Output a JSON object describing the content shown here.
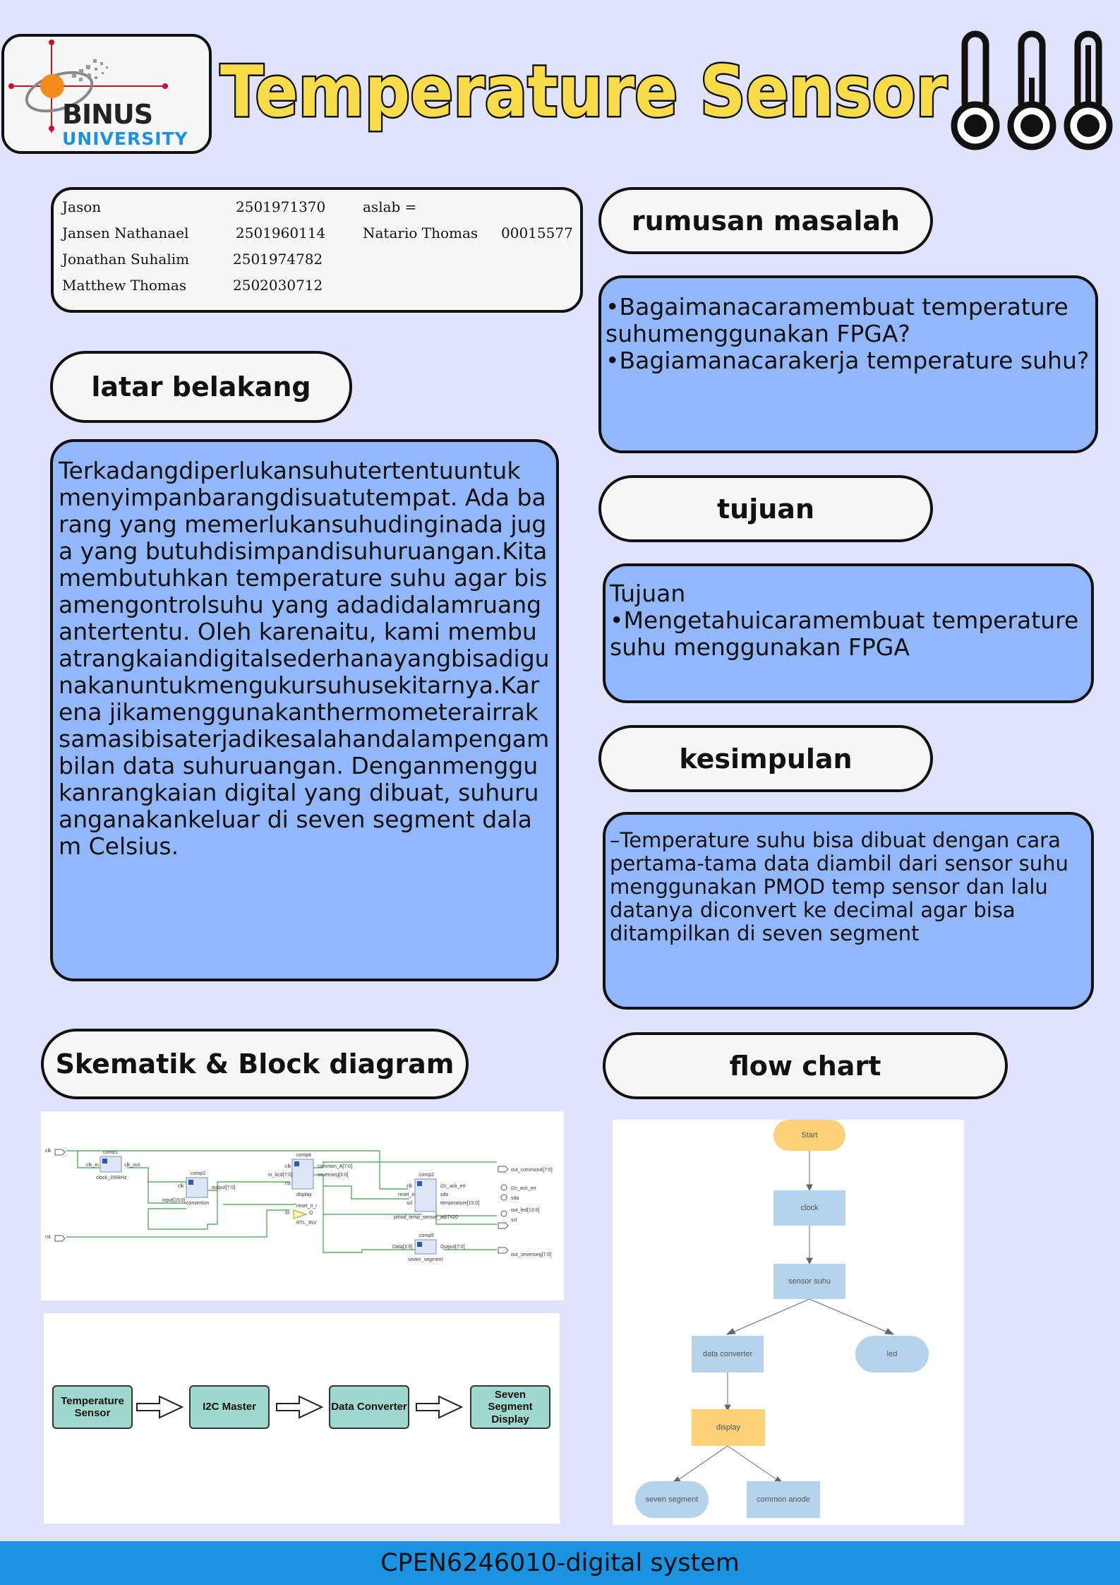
{
  "header": {
    "title": "Temperature Sensor",
    "logo": {
      "line1": "BINUS",
      "line2": "UNIVERSITY"
    }
  },
  "members": [
    {
      "name": "Jason",
      "id": "2501971370"
    },
    {
      "name": "Jansen Nathanael",
      "id": "2501960114"
    },
    {
      "name": "Jonathan Suhalim",
      "id": "2501974782"
    },
    {
      "name": "Matthew Thomas",
      "id": "2502030712"
    }
  ],
  "aslab": {
    "label": "aslab =",
    "name": "Natario Thomas",
    "id": "00015577"
  },
  "sections": {
    "latar_title": "latar belakang",
    "latar_text": "Terkadangdiperlukansuhutertentuuntuk menyimpanbarangdisuatutempat. Ada barang yang memerlukansuhudinginada juga yang butuhdisimpandisuhuruangan.Kita membutuhkan temperature suhu agar bisamengontrolsuhu yang adadidalamruangantertentu. Oleh karenaitu, kami membuatrangkaiandigitalsederhanayangbisadigunakanuntukmengukursuhusekitarnya.Karena jikamenggunakanthermometerairraksamasibisaterjadikesalahandalampengambilan data suhuruangan. Denganmenggukanrangkaian digital yang dibuat, suhuruanganakankeluar di seven segment dalam Celsius.",
    "rumusan_title": "rumusan masalah",
    "rumusan_lines": [
      "•Bagaimanacaramembuat temperature suhumenggunakan FPGA?",
      "•Bagiamanacarakerja temperature suhu?"
    ],
    "tujuan_title": "tujuan",
    "tujuan_head": "Tujuan",
    "tujuan_line": "•Mengetahuicaramembuat temperature suhu menggunakan FPGA",
    "kesimpulan_title": "kesimpulan",
    "kesimpulan_text": "–Temperature suhu bisa dibuat dengan cara pertama-tama data diambil dari sensor suhu menggunakan PMOD temp sensor dan lalu datanya diconvert ke decimal agar bisa ditampilkan di seven segment",
    "skematik_title": "Skematik & Block diagram",
    "flow_title": "flow chart"
  },
  "schematic": {
    "ports_in": [
      "clk",
      "rst"
    ],
    "ports_out": [
      "out_commonA[7:0]",
      "i2c_ack_err",
      "sda",
      "out_led[13:0]",
      "scl",
      "out_sevenseg[7:0]"
    ],
    "blocks": [
      {
        "name": "comp1",
        "sub": "clock_200kHz",
        "pins": [
          "clk_in",
          "clk_out"
        ]
      },
      {
        "name": "comp3",
        "sub": "convertion",
        "pins": [
          "clk",
          "input[15:0]",
          "output[7:0]"
        ]
      },
      {
        "name": "comp4",
        "sub": "display",
        "pins": [
          "clk",
          "in_bcd[7:0]",
          "rst",
          "common_A[7:0]",
          "sevenseg[3:0]"
        ]
      },
      {
        "name": "comp2",
        "sub": "pmod_temp_sensor_adt7420",
        "pins": [
          "clk",
          "reset_n",
          "scl",
          "i2c_ack_err",
          "sda",
          "temperature[15:0]"
        ]
      },
      {
        "name": "comp5",
        "sub": "seven_segment",
        "pins": [
          "Data[3:0]",
          "Output[7:0]"
        ]
      },
      {
        "name": "reset_n_i",
        "sub": "RTL_INV",
        "pins": [
          "I0",
          "O"
        ]
      }
    ]
  },
  "block_diagram": [
    "Temperature Sensor",
    "I2C Master",
    "Data Converter",
    "Seven Segment Display"
  ],
  "flowchart": {
    "nodes": [
      "Start",
      "clock",
      "sensor suhu",
      "data converter",
      "led",
      "display",
      "seven segment",
      "common anode"
    ]
  },
  "footer": {
    "text": "CPEN6246010-digital system"
  },
  "colors": {
    "background": "#e0e3fb",
    "card_blue": "#93b7fb",
    "title_yellow": "#f9dc4a",
    "footer_blue": "#1c93e0",
    "block_teal": "#9fd8cc",
    "flow_orange": "#fcd178",
    "flow_blue": "#b5d3ec"
  }
}
